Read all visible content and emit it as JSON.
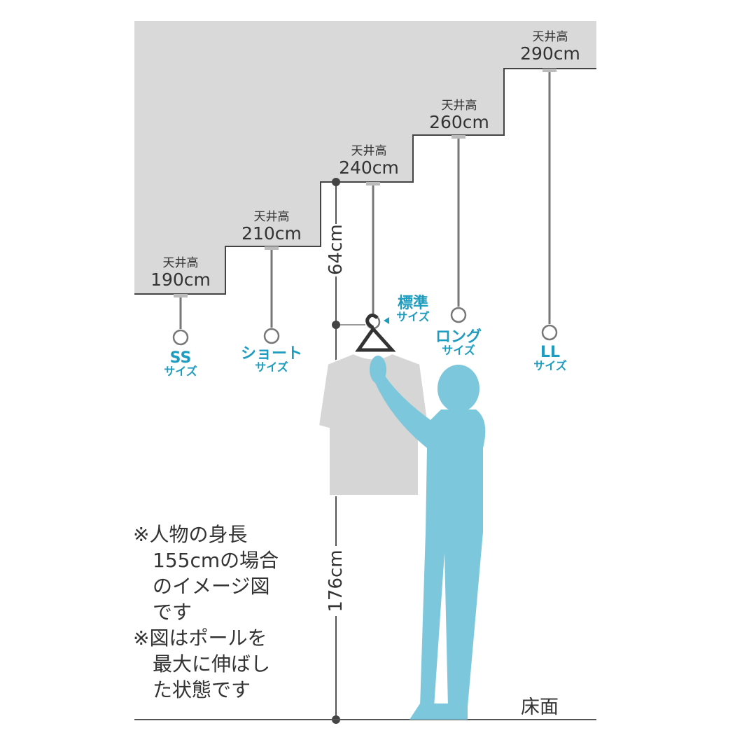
{
  "ceilings": [
    {
      "label": "天井高",
      "height": "190cm",
      "size_name": "SS",
      "size_suffix": "サイズ"
    },
    {
      "label": "天井高",
      "height": "210cm",
      "size_name": "ショート",
      "size_suffix": "サイズ"
    },
    {
      "label": "天井高",
      "height": "240cm",
      "size_name": "標準",
      "size_suffix": "サイズ"
    },
    {
      "label": "天井高",
      "height": "260cm",
      "size_name": "ロング",
      "size_suffix": "サイズ"
    },
    {
      "label": "天井高",
      "height": "290cm",
      "size_name": "LL",
      "size_suffix": "サイズ"
    }
  ],
  "dimensions": {
    "upper": "64cm",
    "lower": "176cm"
  },
  "floor_label": "床面",
  "notes": [
    "※人物の身長",
    "　155cmの場合",
    "　のイメージ図",
    "　です",
    "※図はポールを",
    "　最大に伸ばし",
    "　た状態です"
  ],
  "colors": {
    "ceiling": "#d9d9d9",
    "accent": "#1d9cc0",
    "person": "#7cc7dc",
    "shirt": "#d6d6d6"
  }
}
